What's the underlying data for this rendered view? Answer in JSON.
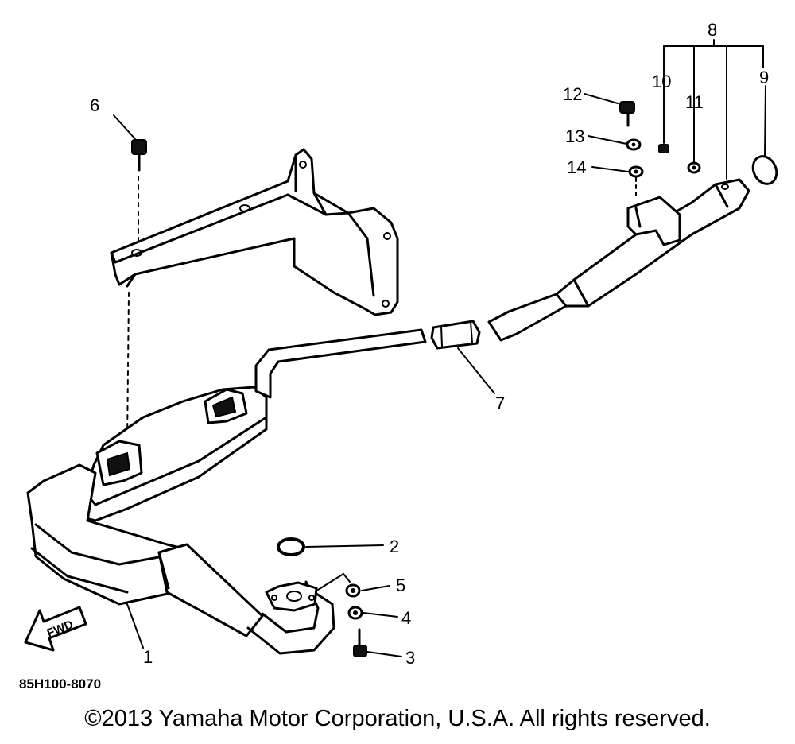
{
  "callouts": {
    "c1": "1",
    "c2": "2",
    "c3": "3",
    "c4": "4",
    "c5": "5",
    "c6": "6",
    "c7": "7",
    "c8": "8",
    "c9": "9",
    "c10": "10",
    "c11": "11",
    "c12": "12",
    "c13": "13",
    "c14": "14"
  },
  "fwd_label": "FWD",
  "diagram_code": "85H100-8070",
  "copyright": "©2013 Yamaha Motor Corporation, U.S.A. All rights reserved."
}
